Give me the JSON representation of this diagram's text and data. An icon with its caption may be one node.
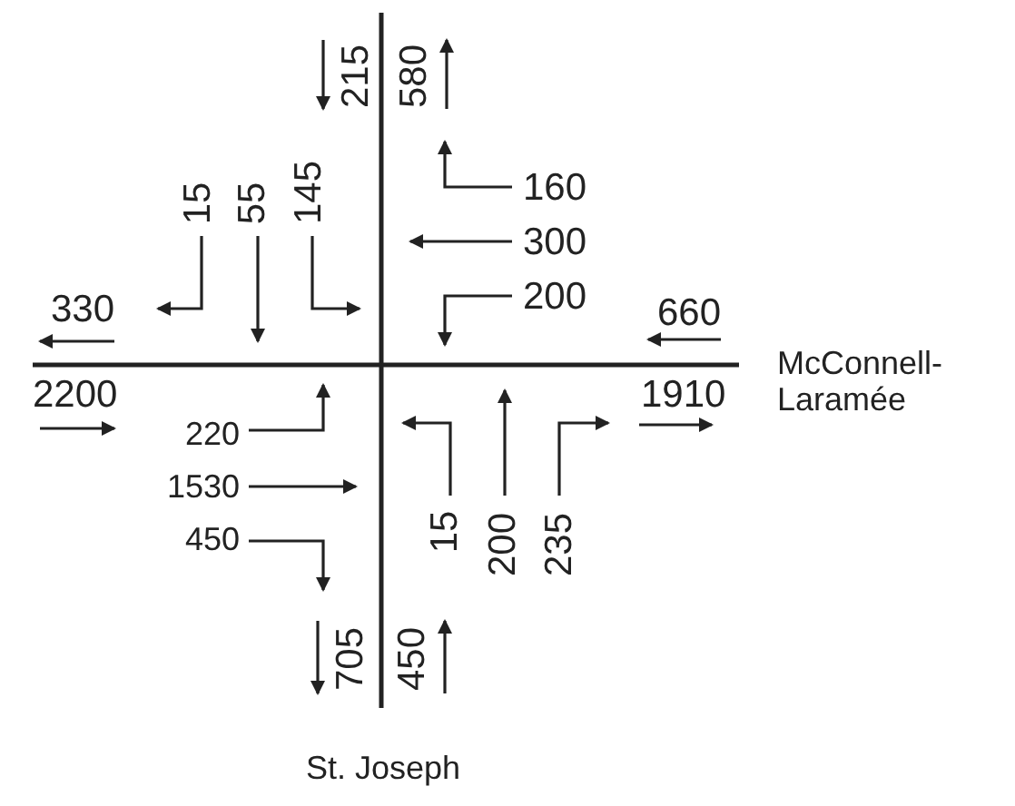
{
  "diagram": {
    "labels": [
      "215",
      "580",
      "15",
      "55",
      "145",
      "160",
      "300",
      "330",
      "200",
      "660",
      "2200",
      "McConnell-Laramée",
      "1910",
      "220",
      "1530",
      "15",
      "200",
      "235",
      "450",
      "705",
      "450",
      "St. Joseph"
    ]
  }
}
